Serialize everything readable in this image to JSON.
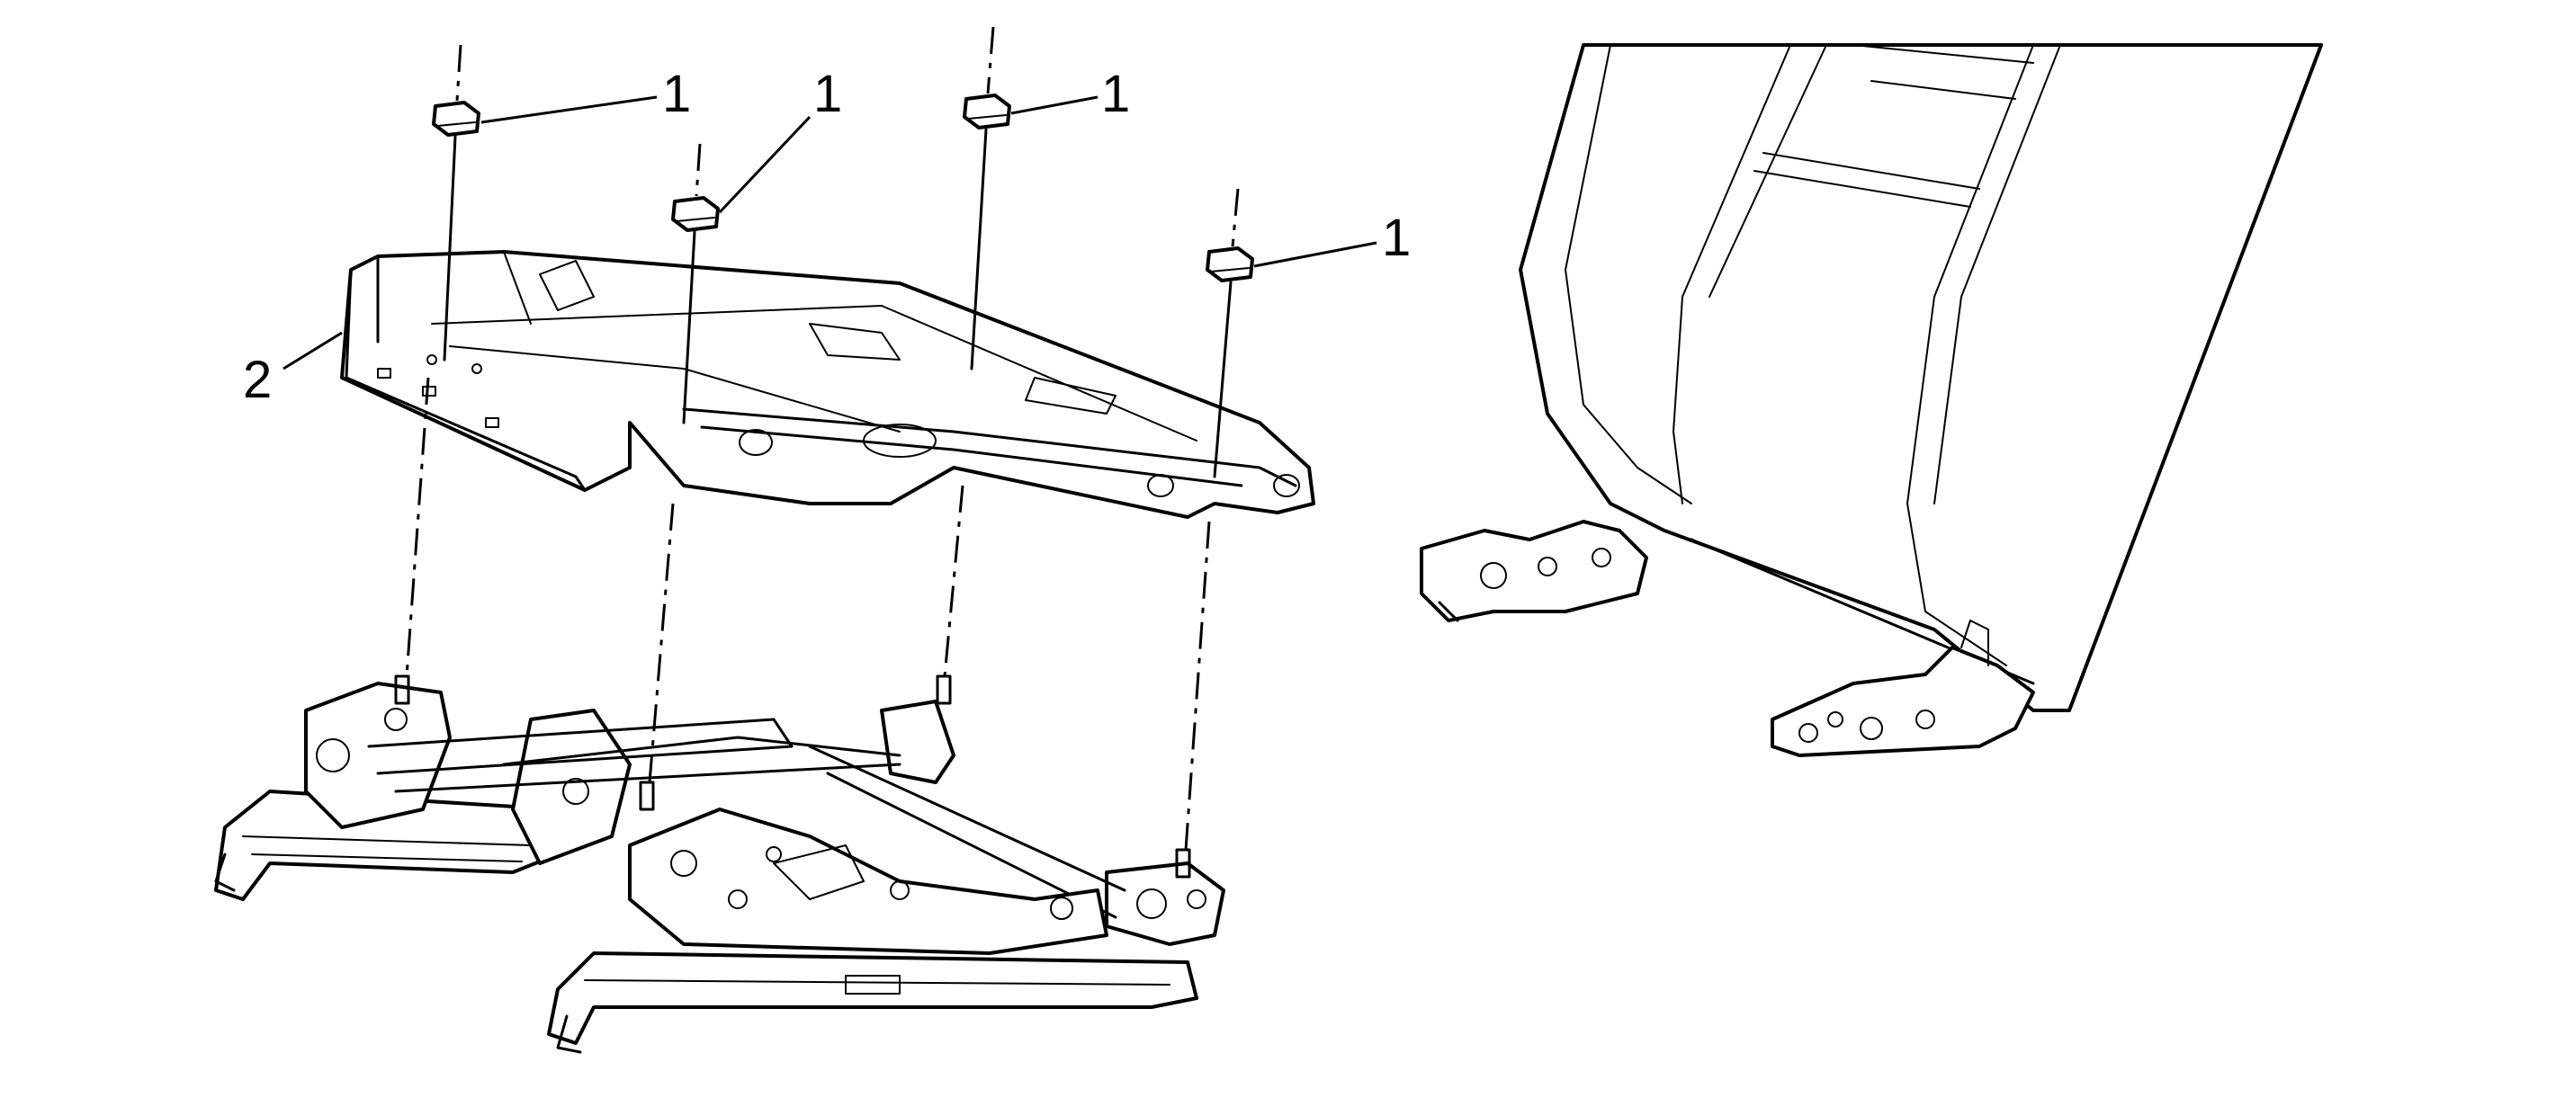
{
  "callouts": [
    {
      "id": "nut-1a",
      "label": "1"
    },
    {
      "id": "nut-1b",
      "label": "1"
    },
    {
      "id": "nut-1c",
      "label": "1"
    },
    {
      "id": "nut-1d",
      "label": "1"
    },
    {
      "id": "seat-frame",
      "label": "2"
    }
  ],
  "colors": {
    "line": "#000000",
    "background": "#ffffff"
  }
}
